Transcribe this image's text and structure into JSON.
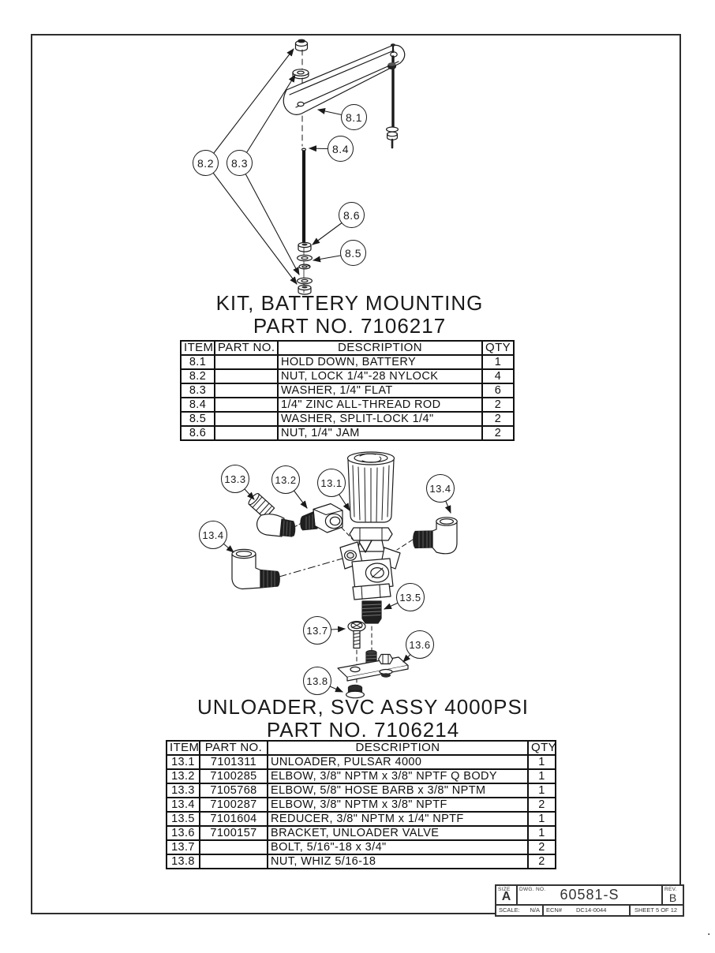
{
  "diagram1": {
    "title_line1": "KIT, BATTERY MOUNTING",
    "title_line2": "PART NO. 7106217",
    "callouts": {
      "i81": "8.1",
      "i82": "8.2",
      "i83": "8.3",
      "i84": "8.4",
      "i85": "8.5",
      "i86": "8.6"
    },
    "table": {
      "headers": [
        "ITEM",
        "PART NO.",
        "DESCRIPTION",
        "QTY"
      ],
      "rows": [
        [
          "8.1",
          "",
          "HOLD DOWN, BATTERY",
          "1"
        ],
        [
          "8.2",
          "",
          "NUT, LOCK 1/4\"-28 NYLOCK",
          "4"
        ],
        [
          "8.3",
          "",
          "WASHER, 1/4\" FLAT",
          "6"
        ],
        [
          "8.4",
          "",
          "1/4\" ZINC ALL-THREAD ROD",
          "2"
        ],
        [
          "8.5",
          "",
          "WASHER, SPLIT-LOCK 1/4\"",
          "2"
        ],
        [
          "8.6",
          "",
          "NUT, 1/4\" JAM",
          "2"
        ]
      ]
    }
  },
  "diagram2": {
    "title_line1": "UNLOADER, SVC ASSY 4000PSI",
    "title_line2": "PART NO. 7106214",
    "callouts": {
      "i131": "13.1",
      "i132": "13.2",
      "i133": "13.3",
      "i134a": "13.4",
      "i134b": "13.4",
      "i135": "13.5",
      "i136": "13.6",
      "i137": "13.7",
      "i138": "13.8"
    },
    "table": {
      "headers": [
        "ITEM",
        "PART NO.",
        "DESCRIPTION",
        "QTY"
      ],
      "rows": [
        [
          "13.1",
          "7101311",
          "UNLOADER, PULSAR 4000",
          "1"
        ],
        [
          "13.2",
          "7100285",
          "ELBOW, 3/8\" NPTM x 3/8\" NPTF Q BODY",
          "1"
        ],
        [
          "13.3",
          "7105768",
          "ELBOW, 5/8\" HOSE BARB x 3/8\" NPTM",
          "1"
        ],
        [
          "13.4",
          "7100287",
          "ELBOW, 3/8\" NPTM x 3/8\" NPTF",
          "2"
        ],
        [
          "13.5",
          "7101604",
          "REDUCER, 3/8\" NPTM x 1/4\" NPTF",
          "1"
        ],
        [
          "13.6",
          "7100157",
          "BRACKET, UNLOADER VALVE",
          "1"
        ],
        [
          "13.7",
          "",
          "BOLT, 5/16\"-18 x 3/4\"",
          "2"
        ],
        [
          "13.8",
          "",
          "NUT, WHIZ 5/16-18",
          "2"
        ]
      ]
    }
  },
  "title_block": {
    "size_label": "SIZE",
    "size_value": "A",
    "dwg_label": "DWG.  NO.",
    "dwg_value": "60581-S",
    "rev_label": "REV.",
    "rev_value": "B",
    "scale_label": "SCALE:",
    "scale_value": "N/A",
    "ecn_label": "ECN#",
    "ecn_value": "DC14-0044",
    "sheet_label": "SHEET 5 OF 12"
  },
  "footer": {
    "dot": "."
  },
  "colors": {
    "ink": "#1a1a1a",
    "paper": "#ffffff"
  }
}
